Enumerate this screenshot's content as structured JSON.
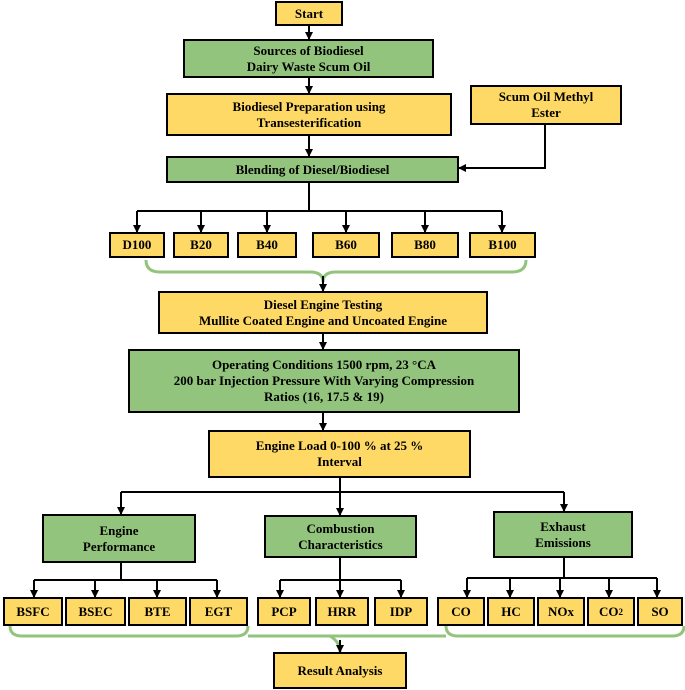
{
  "start": "Start",
  "sources": "Sources of Biodiesel\nDairy Waste Scum Oil",
  "preparation": "Biodiesel Preparation using\nTransesterification",
  "methyl_ester": "Scum Oil Methyl\nEster",
  "blending": "Blending of Diesel/Biodiesel",
  "blends": [
    "D100",
    "B20",
    "B40",
    "B60",
    "B80",
    "B100"
  ],
  "testing": "Diesel Engine Testing\nMullite Coated Engine and Uncoated Engine",
  "operating": "Operating Conditions 1500 rpm, 23 °CA\n200 bar Injection Pressure With Varying Compression\nRatios (16, 17.5 & 19)",
  "load": "Engine Load 0-100 % at 25 %\nInterval",
  "categories": {
    "performance": "Engine\nPerformance",
    "combustion": "Combustion\nCharacteristics",
    "emissions": "Exhaust\nEmissions"
  },
  "performance_params": [
    "BSFC",
    "BSEC",
    "BTE",
    "EGT"
  ],
  "combustion_params": [
    "PCP",
    "HRR",
    "IDP"
  ],
  "emission_params": [
    "CO",
    "HC",
    "NOx",
    "CO",
    "SO"
  ],
  "emission_subscript": "2",
  "result": "Result Analysis",
  "colors": {
    "yellow": "#FFD966",
    "green": "#93C47D",
    "line": "#000000"
  }
}
